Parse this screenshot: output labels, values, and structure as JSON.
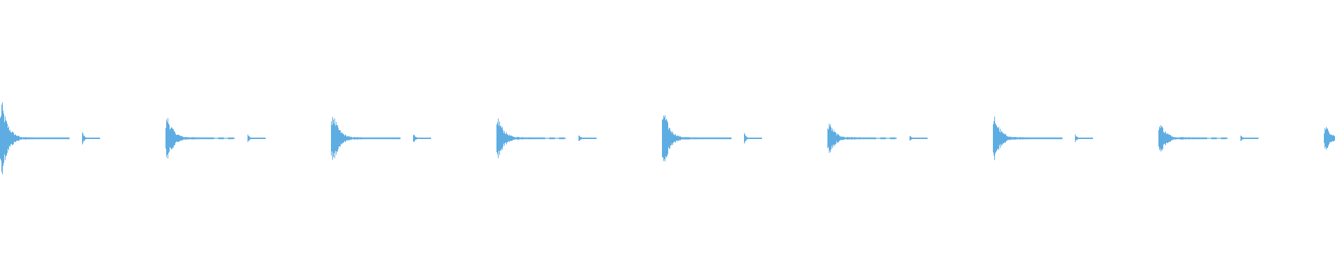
{
  "waveform": {
    "color": "#5dade2",
    "background": "#ffffff",
    "hit_count": 9,
    "hit_peaks": [
      1.0,
      0.62,
      0.72,
      0.58,
      0.78,
      0.45,
      0.6,
      0.45,
      0.35
    ]
  }
}
